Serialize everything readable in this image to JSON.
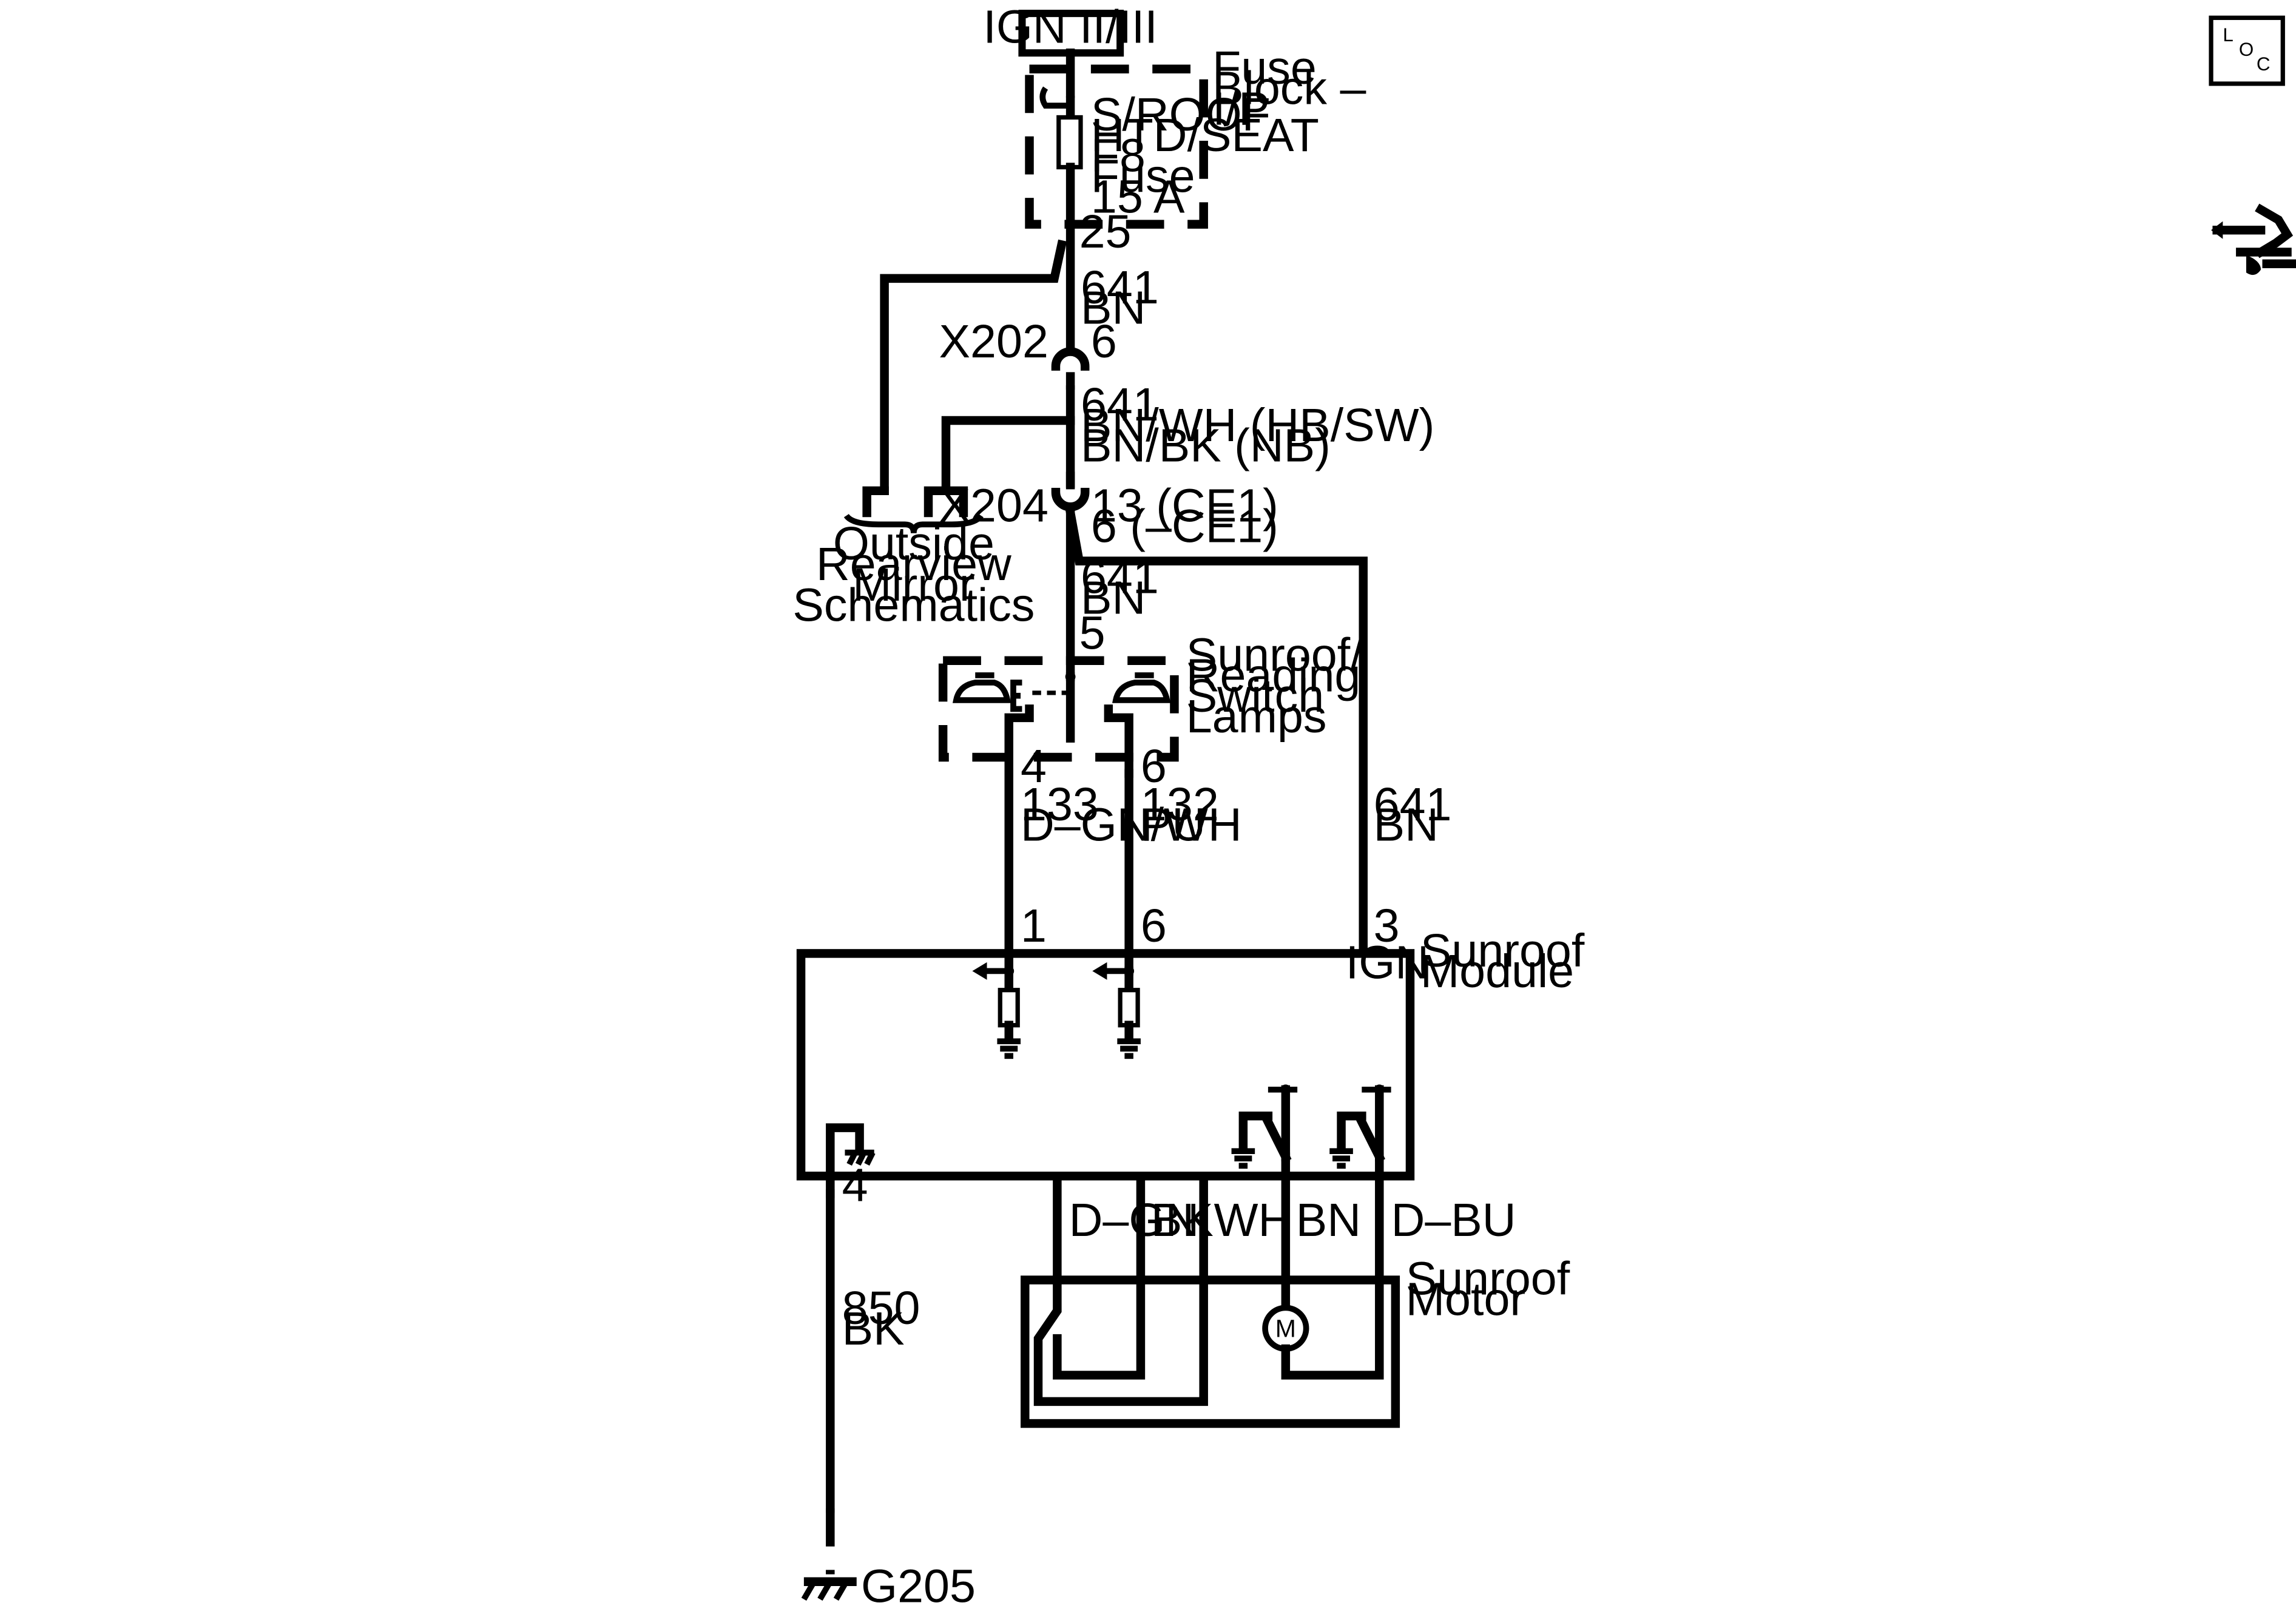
{
  "power_source": {
    "label": "IGN II/III"
  },
  "fuse_block": {
    "title_lines": [
      "Fuse",
      "Block –",
      "I/P"
    ],
    "fuse_lines": [
      "S/ROOF",
      "HTD/SEAT",
      "F8",
      "Fuse",
      "15 A"
    ],
    "terminal": "25"
  },
  "wire_641_a": {
    "circuit": "641",
    "color": "BN"
  },
  "connector_x202": {
    "name": "X202",
    "pin": "6"
  },
  "wire_641_b": {
    "circuit": "641",
    "color_lines": [
      "BN/WH (HB/SW)",
      "BN/BK (NB)"
    ]
  },
  "connector_x204": {
    "name": "X204",
    "pin_lines": [
      "13 (CE1)",
      "6 (–CE1)"
    ]
  },
  "wire_641_c": {
    "circuit": "641",
    "color": "BN"
  },
  "mirror_ref": {
    "lines": [
      "Outside",
      "Rearview",
      "Mirror",
      "Schematics"
    ]
  },
  "switch_lamps": {
    "title_lines": [
      "Sunroof/",
      "Reading",
      "Switch",
      "Lamps"
    ],
    "pin_in": "5",
    "pin_left": "4",
    "pin_right": "6"
  },
  "wire_133": {
    "circuit": "133",
    "color": "D–GN/WH"
  },
  "wire_132": {
    "circuit": "132",
    "color": "PU"
  },
  "wire_641_d": {
    "circuit": "641",
    "color": "BN"
  },
  "sunroof_module": {
    "title_lines": [
      "Sunroof",
      "Module"
    ],
    "ign_label": "IGN",
    "pin_133": "1",
    "pin_132": "6",
    "pin_ign": "3",
    "pin_ground": "4"
  },
  "motor_wires": [
    "D–GN",
    "BK",
    "WH",
    "BN",
    "D–BU"
  ],
  "sunroof_motor": {
    "title_lines": [
      "Sunroof",
      "Motor"
    ],
    "symbol": "M"
  },
  "wire_850": {
    "circuit": "850",
    "color": "BK"
  },
  "ground": {
    "label": "G205"
  },
  "corner_icons": {
    "locator": {
      "letters": [
        "L",
        "O",
        "C"
      ],
      "icon": "component-locator-icon"
    },
    "connector": {
      "icon": "connector-end-view-icon"
    }
  }
}
